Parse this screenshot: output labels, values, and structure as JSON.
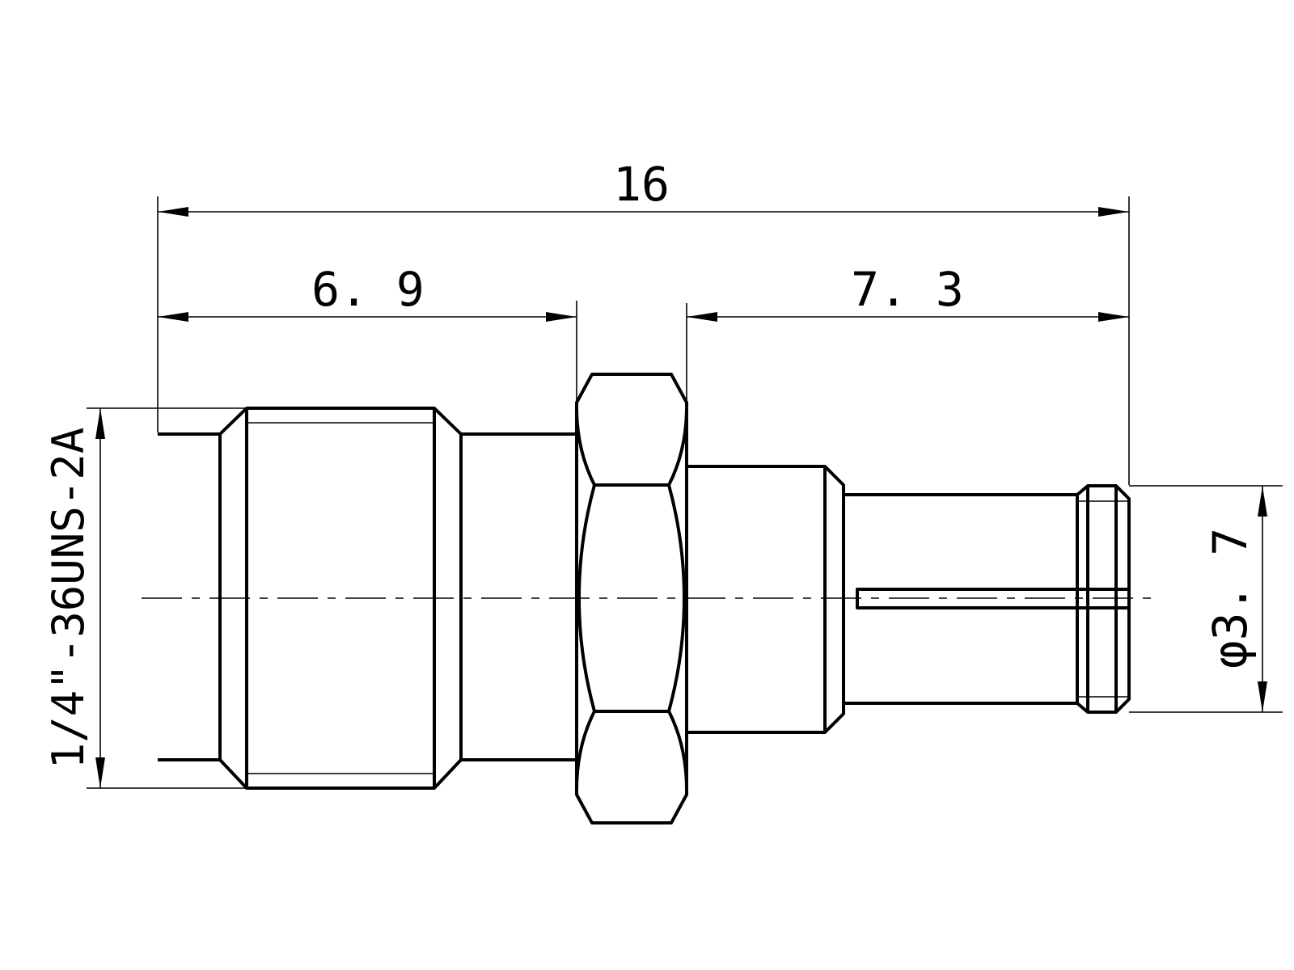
{
  "drawing": {
    "dimensions": {
      "overall_length": "16",
      "front_length": "6. 9",
      "rear_length": "7. 3",
      "tail_diameter": "φ3. 7",
      "thread_spec": "1/4\"-36UNS-2A"
    },
    "colors": {
      "line": "#000000",
      "background": "#ffffff"
    }
  }
}
